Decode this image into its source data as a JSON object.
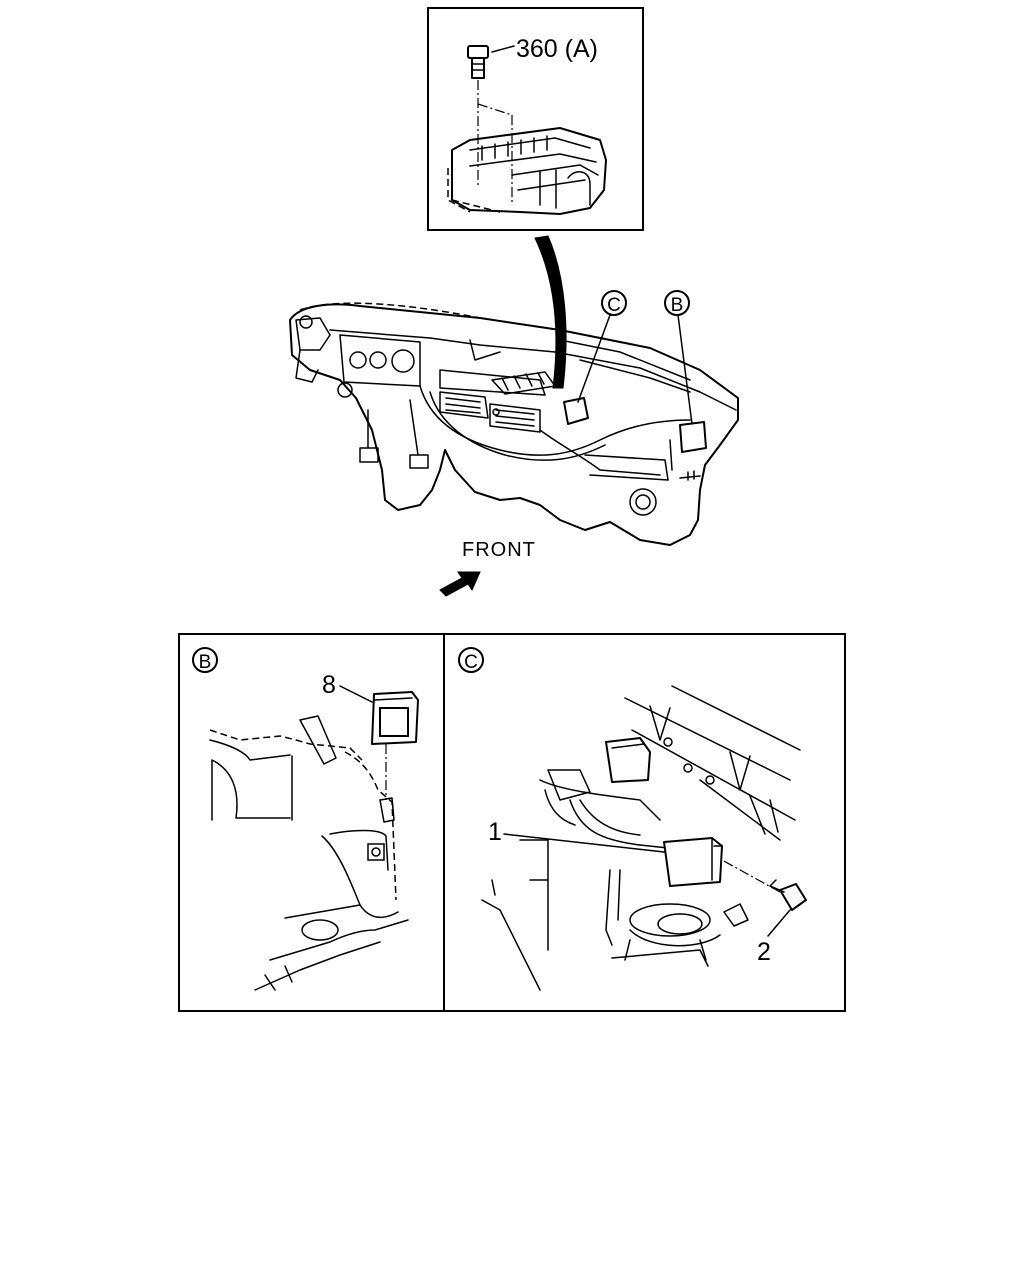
{
  "callouts": {
    "bolt_a": "360 (A)",
    "letter_c": "C",
    "letter_b": "B",
    "front": "FRONT",
    "item_8": "8",
    "item_1": "1",
    "item_2": "2"
  },
  "panels": {
    "b_label": "B",
    "c_label": "C"
  }
}
